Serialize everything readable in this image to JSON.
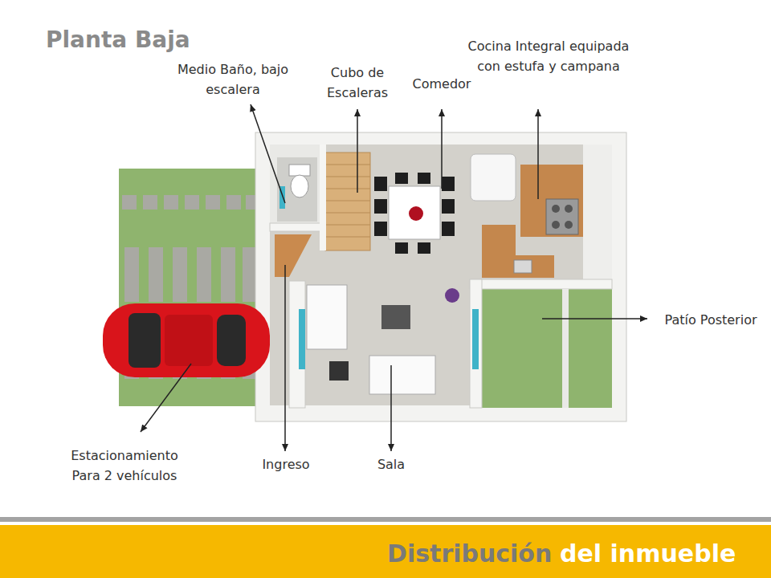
{
  "diagram": {
    "title": "Planta Baja",
    "labels": [
      "Medio Baño, bajo escalera",
      "Cubo de Escaleras",
      "Comedor",
      "Cocina Integral equipada con estufa y campana",
      "Patío Posterior",
      "Estacionamiento Para 2 vehículos",
      "Ingreso",
      "Sala",
      "Distribución",
      "del inmueble"
    ]
  }
}
